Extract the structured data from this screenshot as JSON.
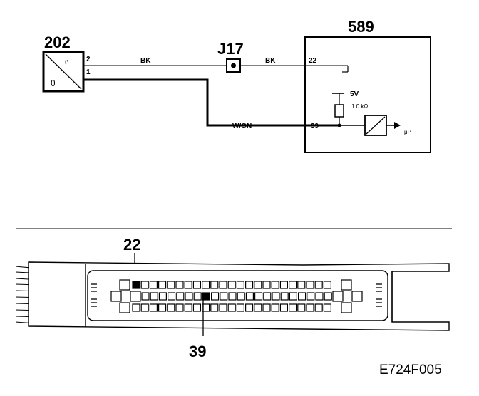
{
  "schematic": {
    "sensor_label": "202",
    "sensor_pin2": "2",
    "sensor_pin1": "1",
    "sensor_glyph": "θ",
    "sensor_corner": "t°",
    "junction_label": "J17",
    "wire_top_left": "BK",
    "wire_top_right": "BK",
    "ecu_label": "589",
    "ecu_pin_top": "22",
    "ecu_pin_signal": "39",
    "supply_label": "5V",
    "resistor_label": "1.0 kΩ",
    "wire_signal": "W/GN",
    "output_label": "μP"
  },
  "connector": {
    "callout_top": "22",
    "callout_bottom": "39"
  },
  "figure_ref": "E724F005",
  "colors": {
    "ink": "#000000",
    "paper": "#ffffff",
    "highlight": "#000000"
  }
}
